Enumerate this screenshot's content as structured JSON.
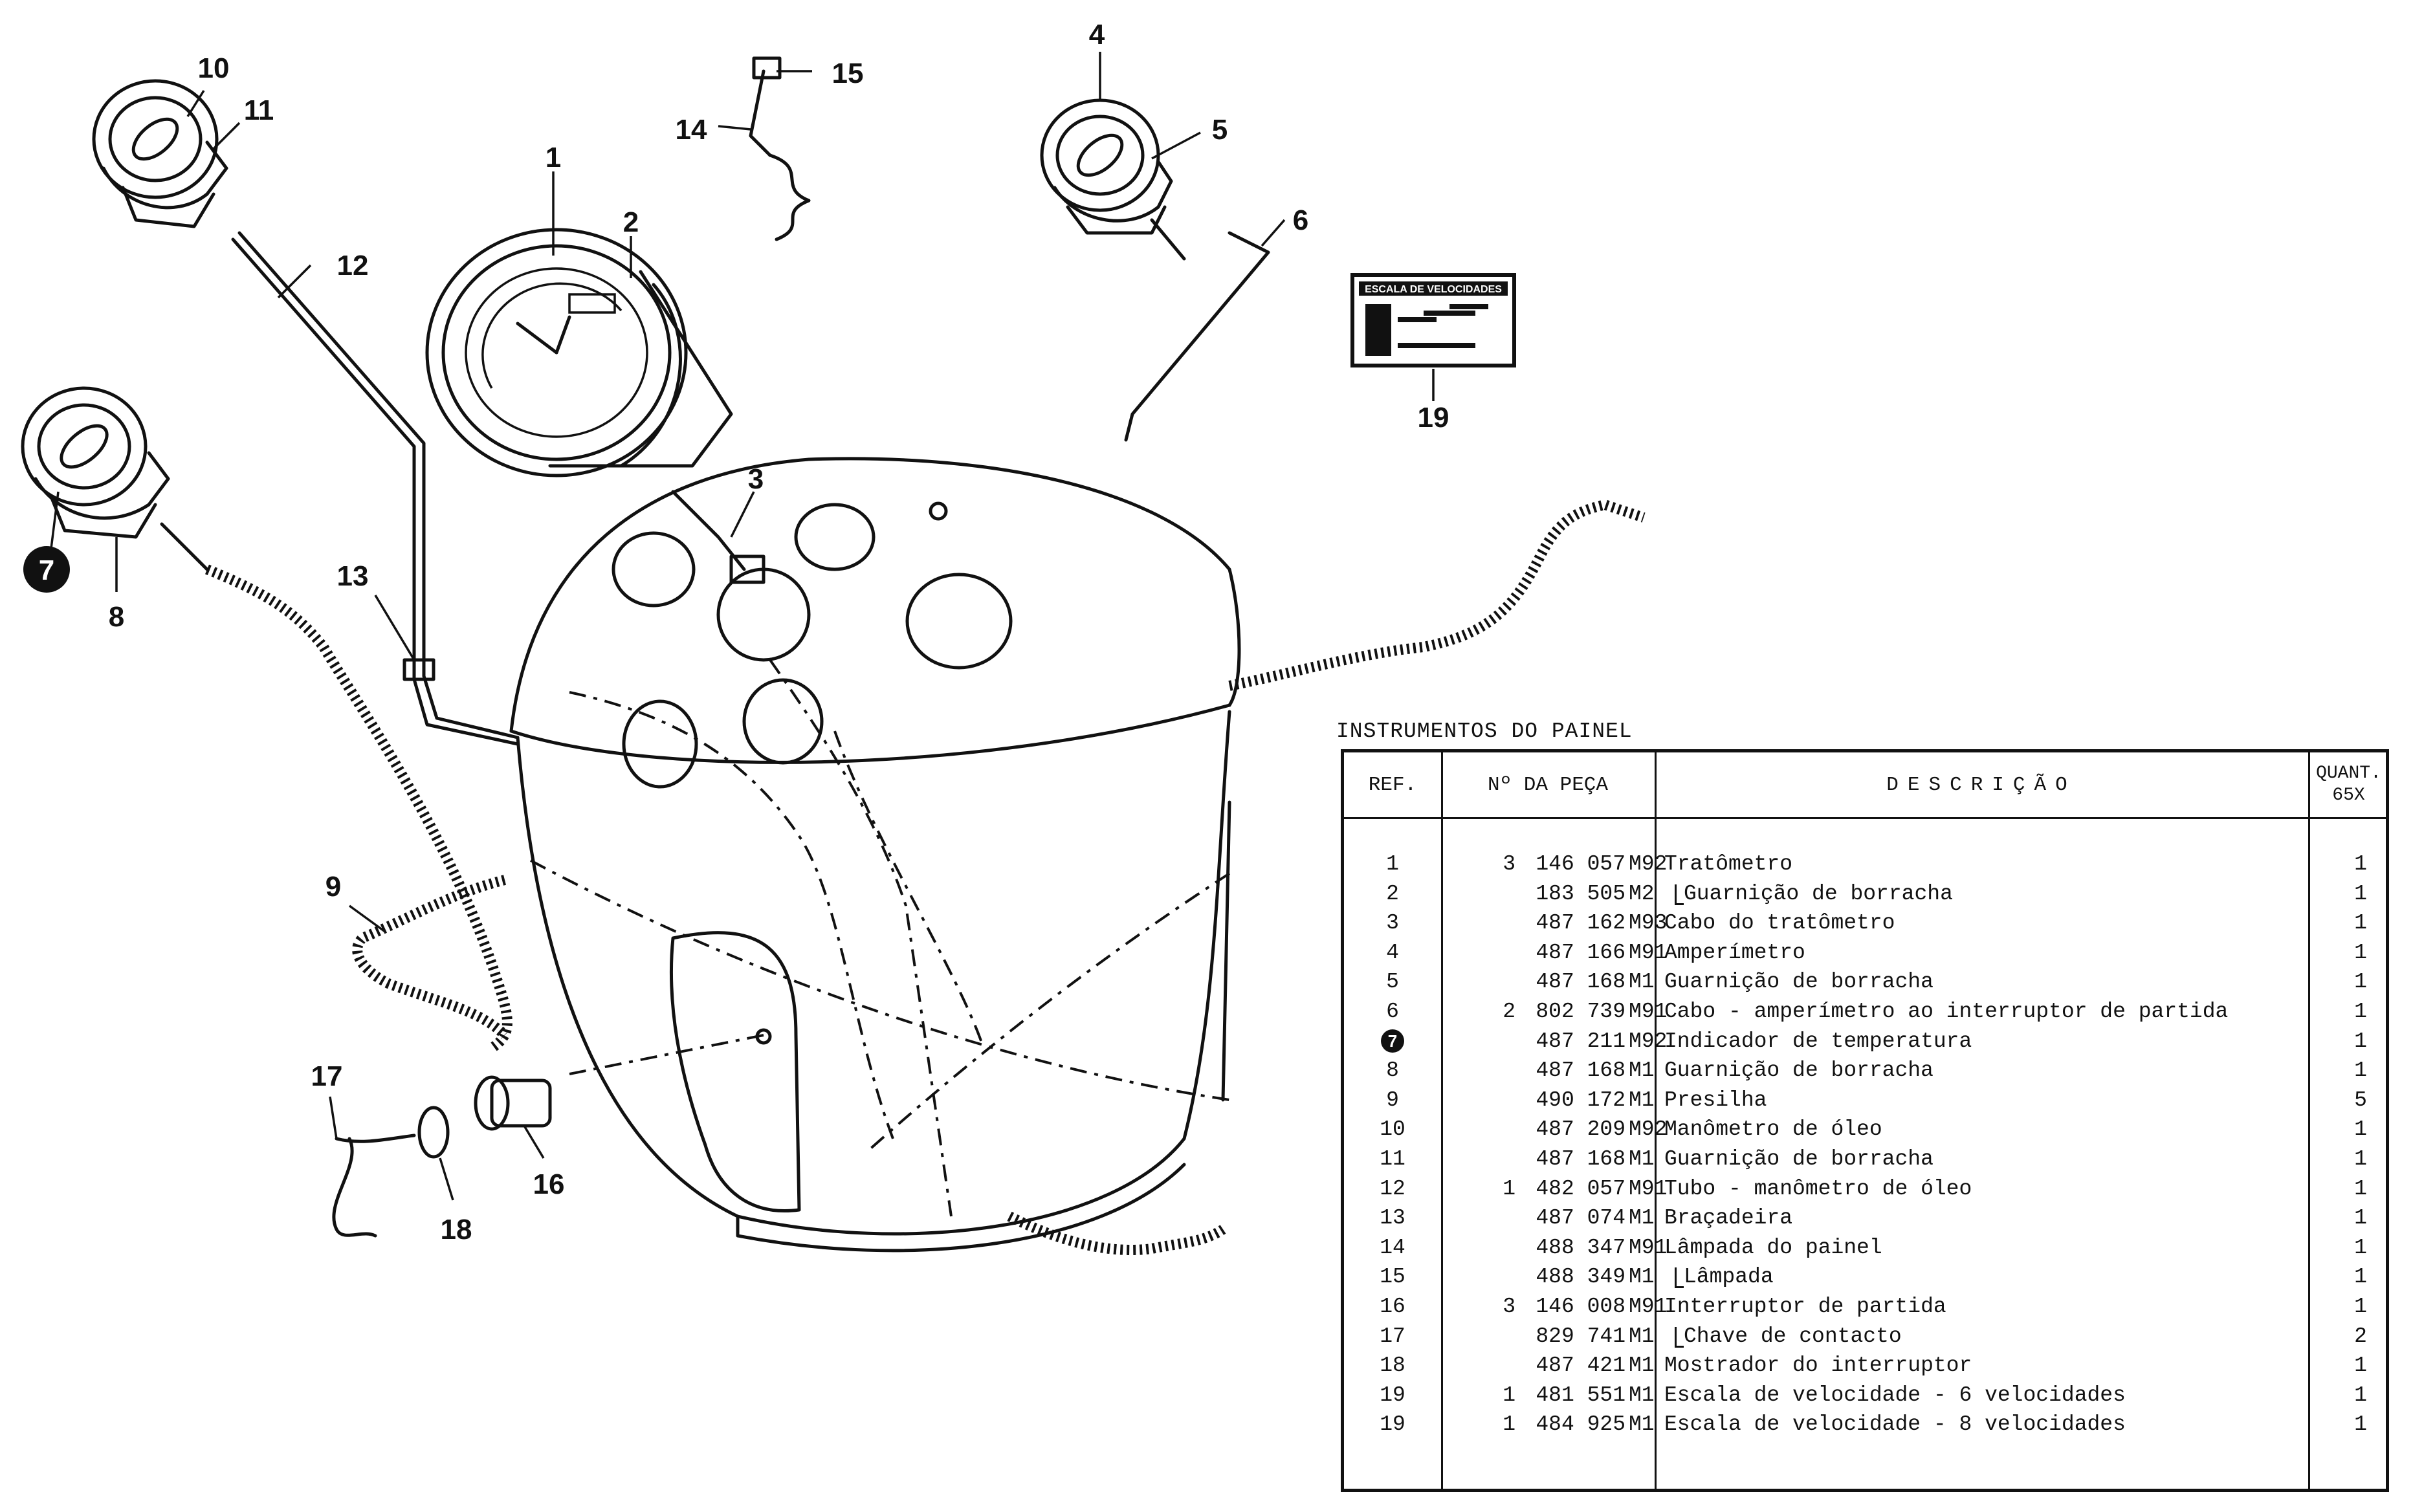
{
  "diagram": {
    "callouts": [
      "1",
      "2",
      "3",
      "4",
      "5",
      "6",
      "7",
      "8",
      "9",
      "10",
      "11",
      "12",
      "13",
      "14",
      "15",
      "16",
      "17",
      "18",
      "19"
    ],
    "speed_plate_title": "ESCALA DE VELOCIDADES"
  },
  "table": {
    "caption": "INSTRUMENTOS DO PAINEL",
    "headers": {
      "ref": "REF.",
      "part": "Nº DA PEÇA",
      "desc": "DESCRIÇÃO",
      "qty_line1": "QUANT.",
      "qty_line2": "65X"
    },
    "rows": [
      {
        "ref": "1",
        "prefix": "3",
        "num": "146 057",
        "suffix": "M92",
        "desc": "Tratômetro",
        "qty": "1"
      },
      {
        "ref": "2",
        "prefix": "",
        "num": "183 505",
        "suffix": "M2",
        "desc": "Guarnição de borracha",
        "qty": "1"
      },
      {
        "ref": "3",
        "prefix": "",
        "num": "487 162",
        "suffix": "M93",
        "desc": "Cabo do tratômetro",
        "qty": "1"
      },
      {
        "ref": "4",
        "prefix": "",
        "num": "487 166",
        "suffix": "M91",
        "desc": "Amperímetro",
        "qty": "1"
      },
      {
        "ref": "5",
        "prefix": "",
        "num": "487 168",
        "suffix": "M1",
        "desc": "Guarnição de borracha",
        "qty": "1"
      },
      {
        "ref": "6",
        "prefix": "2",
        "num": "802 739",
        "suffix": "M91",
        "desc": "Cabo - amperímetro ao interruptor de partida",
        "qty": "1"
      },
      {
        "ref": "7",
        "prefix": "",
        "num": "487 211",
        "suffix": "M92",
        "desc": "Indicador de temperatura",
        "qty": "1"
      },
      {
        "ref": "8",
        "prefix": "",
        "num": "487 168",
        "suffix": "M1",
        "desc": "Guarnição de borracha",
        "qty": "1"
      },
      {
        "ref": "9",
        "prefix": "",
        "num": "490 172",
        "suffix": "M1",
        "desc": "Presilha",
        "qty": "5"
      },
      {
        "ref": "10",
        "prefix": "",
        "num": "487 209",
        "suffix": "M92",
        "desc": "Manômetro de óleo",
        "qty": "1"
      },
      {
        "ref": "11",
        "prefix": "",
        "num": "487 168",
        "suffix": "M1",
        "desc": "Guarnição de borracha",
        "qty": "1"
      },
      {
        "ref": "12",
        "prefix": "1",
        "num": "482 057",
        "suffix": "M91",
        "desc": "Tubo - manômetro de óleo",
        "qty": "1"
      },
      {
        "ref": "13",
        "prefix": "",
        "num": "487 074",
        "suffix": "M1",
        "desc": "Braçadeira",
        "qty": "1"
      },
      {
        "ref": "14",
        "prefix": "",
        "num": "488 347",
        "suffix": "M91",
        "desc": "Lâmpada do painel",
        "qty": "1"
      },
      {
        "ref": "15",
        "prefix": "",
        "num": "488 349",
        "suffix": "M1",
        "desc": "Lâmpada",
        "qty": "1"
      },
      {
        "ref": "16",
        "prefix": "3",
        "num": "146 008",
        "suffix": "M91",
        "desc": "Interruptor de partida",
        "qty": "1"
      },
      {
        "ref": "17",
        "prefix": "",
        "num": "829 741",
        "suffix": "M1",
        "desc": "Chave de contacto",
        "qty": "2"
      },
      {
        "ref": "18",
        "prefix": "",
        "num": "487 421",
        "suffix": "M1",
        "desc": "Mostrador do interruptor",
        "qty": "1"
      },
      {
        "ref": "19",
        "prefix": "1",
        "num": "481 551",
        "suffix": "M1",
        "desc": "Escala de velocidade - 6 velocidades",
        "qty": "1"
      },
      {
        "ref": "19",
        "prefix": "1",
        "num": "484 925",
        "suffix": "M1",
        "desc": "Escala de velocidade - 8 velocidades",
        "qty": "1"
      }
    ]
  }
}
